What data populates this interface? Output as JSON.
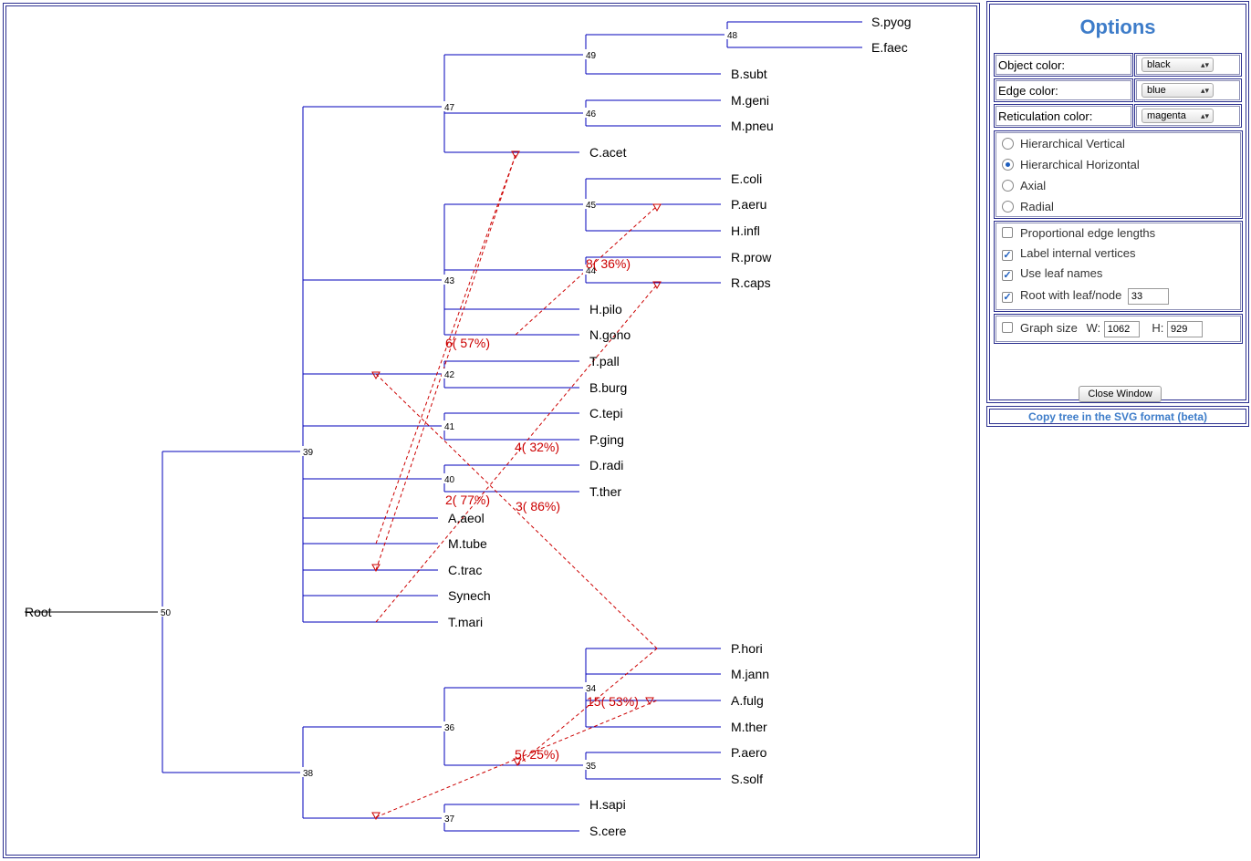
{
  "colors": {
    "edge": "#0000bb",
    "reticulation": "#cc0000",
    "object": "#000000",
    "accent": "#3d7cc9"
  },
  "graph": {
    "root_label": "Root",
    "internal_nodes": [
      {
        "id": "50",
        "label": "50"
      },
      {
        "id": "39",
        "label": "39"
      },
      {
        "id": "38",
        "label": "38"
      },
      {
        "id": "47",
        "label": "47"
      },
      {
        "id": "43",
        "label": "43"
      },
      {
        "id": "42",
        "label": "42"
      },
      {
        "id": "41",
        "label": "41"
      },
      {
        "id": "40",
        "label": "40"
      },
      {
        "id": "49",
        "label": "49"
      },
      {
        "id": "48",
        "label": "48"
      },
      {
        "id": "46",
        "label": "46"
      },
      {
        "id": "45",
        "label": "45"
      },
      {
        "id": "44",
        "label": "44"
      },
      {
        "id": "36",
        "label": "36"
      },
      {
        "id": "34",
        "label": "34"
      },
      {
        "id": "35",
        "label": "35"
      },
      {
        "id": "37",
        "label": "37"
      }
    ],
    "leaves": [
      "S.pyog",
      "E.faec",
      "B.subt",
      "M.geni",
      "M.pneu",
      "C.acet",
      "E.coli",
      "P.aeru",
      "H.infl",
      "R.prow",
      "R.caps",
      "H.pilo",
      "N.gono",
      "T.pall",
      "B.burg",
      "C.tepi",
      "P.ging",
      "D.radi",
      "T.ther",
      "A.aeol",
      "M.tube",
      "C.trac",
      "Synech",
      "T.mari",
      "P.hori",
      "M.jann",
      "A.fulg",
      "M.ther",
      "P.aero",
      "S.solf",
      "H.sapi",
      "S.cere"
    ],
    "reticulation_labels": [
      "6( 57%)",
      "8( 36%)",
      "4( 32%)",
      "2( 77%)",
      "3( 86%)",
      "15( 53%)",
      "5( 25%)"
    ]
  },
  "options": {
    "title": "Options",
    "object_color": {
      "label": "Object color:",
      "value": "black"
    },
    "edge_color": {
      "label": "Edge color:",
      "value": "blue"
    },
    "reticulation_color": {
      "label": "Reticulation color:",
      "value": "magenta"
    },
    "layouts": [
      {
        "label": "Hierarchical Vertical",
        "selected": false
      },
      {
        "label": "Hierarchical Horizontal",
        "selected": true
      },
      {
        "label": "Axial",
        "selected": false
      },
      {
        "label": "Radial",
        "selected": false
      }
    ],
    "proportional": {
      "label": "Proportional edge lengths",
      "checked": false
    },
    "label_internal": {
      "label": "Label internal vertices",
      "checked": true
    },
    "use_leaf_names": {
      "label": "Use leaf names",
      "checked": true
    },
    "root_with": {
      "label": "Root with leaf/node",
      "checked": true,
      "value": "33"
    },
    "graph_size": {
      "label": "Graph size",
      "checked": false,
      "w_label": "W:",
      "w_value": "1062",
      "h_label": "H:",
      "h_value": "929"
    },
    "close_button": "Close Window",
    "svg_link": "Copy tree in the SVG format (beta)"
  }
}
